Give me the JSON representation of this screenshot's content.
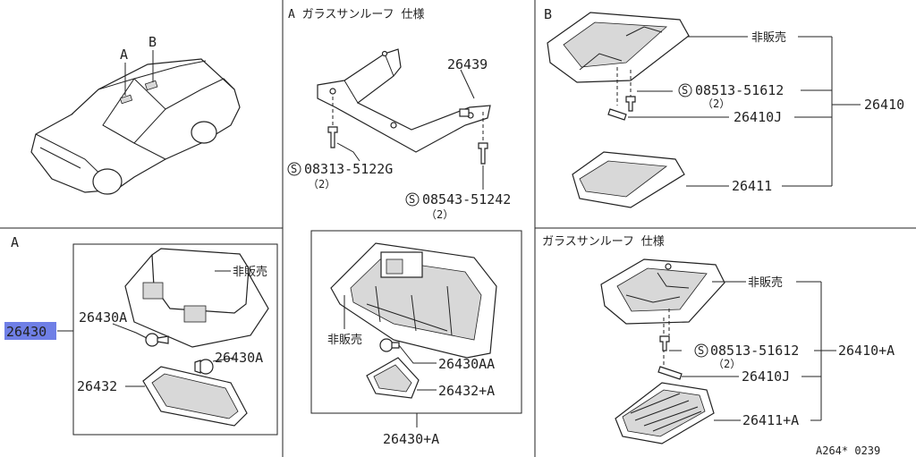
{
  "panels": {
    "top_middle_title": "A ガラスサンルーフ 仕様",
    "top_right_title": "B",
    "bottom_left_title": "A",
    "bottom_right_title": "ガラスサンルーフ 仕様"
  },
  "car": {
    "label_a": "A",
    "label_b": "B"
  },
  "bracket": {
    "part_no": "26439",
    "screw_1_no": "08313-5122G",
    "screw_1_qty": "（2）",
    "screw_2_no": "08543-51242",
    "screw_2_qty": "（2）",
    "s_symbol": "S"
  },
  "lamp_b": {
    "not_sold": "非販売",
    "screw_no": "08513-51612",
    "screw_qty": "（2）",
    "bulb_no": "26410J",
    "assembly_no": "26410",
    "lens_no": "26411"
  },
  "lamp_a_left": {
    "assembly_no": "26430",
    "not_sold": "非販売",
    "bulb_1": "26430A",
    "bulb_2": "26430A",
    "lens_no": "26432"
  },
  "lamp_a_center": {
    "not_sold": "非販売",
    "bulb_no": "26430AA",
    "lens_no": "26432+A",
    "assembly_no": "26430+A"
  },
  "lamp_sunroof": {
    "not_sold": "非販売",
    "screw_no": "08513-51612",
    "screw_qty": "（2）",
    "bulb_no": "26410J",
    "assembly_no": "26410+A",
    "lens_no": "26411+A"
  },
  "footer_code": "A264* 0239"
}
